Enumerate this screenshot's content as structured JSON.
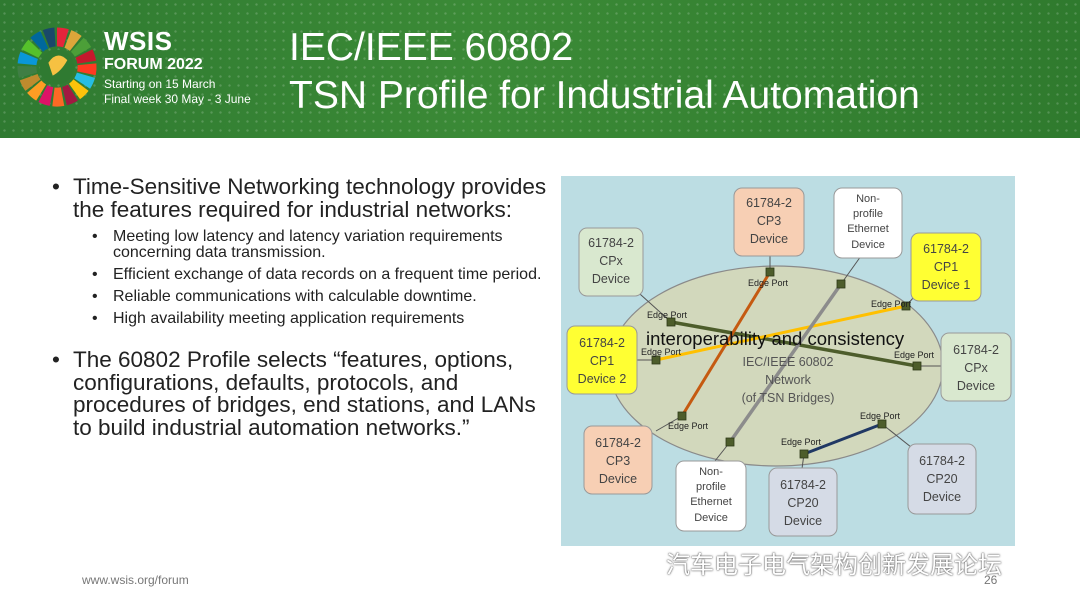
{
  "header": {
    "wsis": "WSIS",
    "forum": "FORUM 2022",
    "start": "Starting on 15 March",
    "final": "Final week 30 May - 3 June",
    "title_line1": "IEC/IEEE 60802",
    "title_line2": "TSN Profile for Industrial Automation"
  },
  "content": {
    "bullet1": "Time-Sensitive Networking technology provides the features required for industrial networks:",
    "sub_bullets": [
      "Meeting low latency and latency variation requirements concerning data transmission.",
      "Efficient exchange of data records on a frequent time period.",
      "Reliable communications with calculable downtime.",
      "High availability meeting application requirements"
    ],
    "bullet2": "The 60802 Profile selects “features, options, configurations, defaults, protocols, and procedures of bridges, end stations, and LANs to build industrial automation networks.”"
  },
  "diagram": {
    "overlay": "interoperability and consistency",
    "network_line1": "IEC/IEEE 60802",
    "network_line2": "Network",
    "network_line3": "(of TSN Bridges)",
    "edge_port": "Edge Port",
    "devices": {
      "cpx_left": [
        "61784-2",
        "CPx",
        "Device"
      ],
      "cp3_top": [
        "61784-2",
        "CP3",
        "Device"
      ],
      "nonprofile_top": [
        "Non-",
        "profile",
        "Ethernet",
        "Device"
      ],
      "cp1_dev1": [
        "61784-2",
        "CP1",
        "Device 1"
      ],
      "cp1_dev2": [
        "61784-2",
        "CP1",
        "Device 2"
      ],
      "cpx_right": [
        "61784-2",
        "CPx",
        "Device"
      ],
      "cp3_bottom": [
        "61784-2",
        "CP3",
        "Device"
      ],
      "nonprofile_bottom": [
        "Non-",
        "profile",
        "Ethernet",
        "Device"
      ],
      "cp20_mid": [
        "61784-2",
        "CP20",
        "Device"
      ],
      "cp20_right": [
        "61784-2",
        "CP20",
        "Device"
      ]
    },
    "colors": {
      "background": "#bcdde3",
      "ellipse": "#d2d8bc",
      "green_box": "#d9e8cf",
      "orange_box": "#f7cfb4",
      "yellow_box": "#ffff33",
      "white_box": "#ffffff",
      "blue_box": "#d5dbe6",
      "line_orange": "#c55a11",
      "line_olive": "#4d5d2b",
      "line_gold": "#ffc000",
      "line_gray": "#8c8c8c",
      "line_navy": "#203864"
    }
  },
  "footer": {
    "url": "www.wsis.org/forum",
    "page": "26",
    "watermark": "汽车电子电气架构创新发展论坛"
  }
}
